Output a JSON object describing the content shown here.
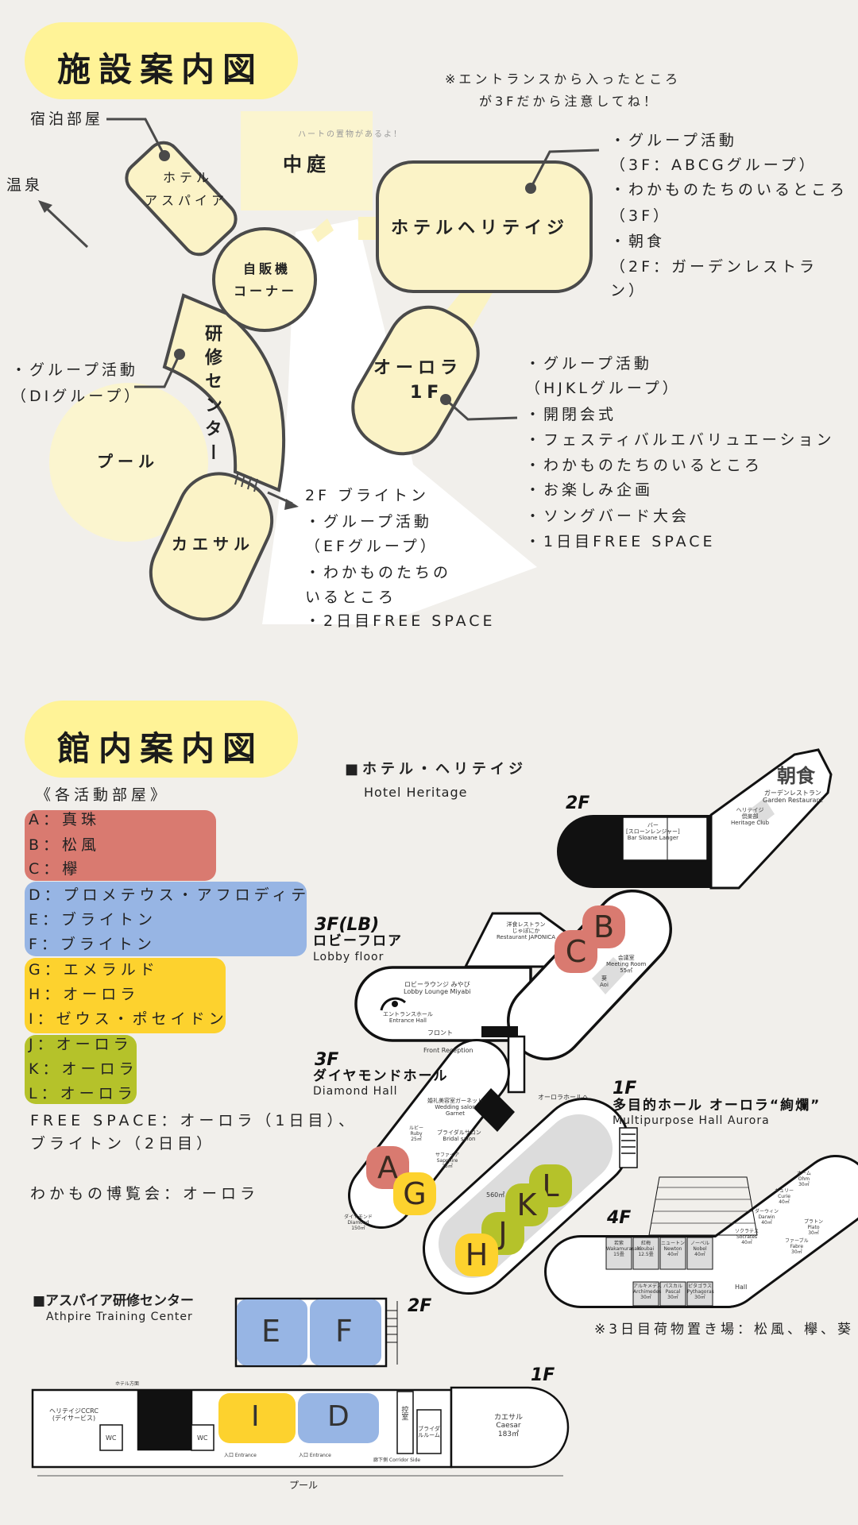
{
  "facility_map": {
    "title": "施設案内図",
    "entrance_note": [
      "※エントランスから入ったところ",
      "が3Fだから注意してね！"
    ],
    "heart_note": "ハートの置物があるよ！",
    "lodging_label": "宿泊部屋",
    "onsen_label": "温泉",
    "hotel_aspire": [
      "ホテル",
      "アスパイア"
    ],
    "courtyard": "中庭",
    "hotel_heritage": "ホテルヘリテイジ",
    "vending": [
      "自販機",
      "コーナー"
    ],
    "training_center": "研修センター",
    "pool": "プール",
    "caesar": "カエサル",
    "aurora": [
      "オーロラ",
      "1F"
    ],
    "heritage_notes": [
      "・グループ活動",
      "（3F：ABCGグループ）",
      "・わかものたちのいるところ",
      "（3F）",
      "・朝食",
      "（2F：ガーデンレストラ",
      "ン）"
    ],
    "training_notes": [
      "・グループ活動",
      "（DIグループ）"
    ],
    "aurora_notes": [
      "・グループ活動",
      "（HJKLグループ）",
      "・開閉会式",
      "・フェスティバルエバリュエーション",
      "・わかものたちのいるところ",
      "・お楽しみ企画",
      "・ソングバード大会",
      "・1日目FREE SPACE"
    ],
    "brighton_notes": [
      "2F ブライトン",
      "・グループ活動",
      "（EFグループ）",
      "・わかものたちの",
      "いるところ",
      "・2日目FREE SPACE"
    ]
  },
  "building_map": {
    "title": "館内案内図",
    "rooms_heading": "《各活動部屋》",
    "groups": [
      {
        "color": "#d97a70",
        "rooms": [
          "A：真珠",
          "B：松風",
          "C：欅"
        ]
      },
      {
        "color": "#97b5e4",
        "rooms": [
          "D：プロメテウス・アフロディテ",
          "E：ブライトン",
          "F：ブライトン"
        ]
      },
      {
        "color": "#fdd22e",
        "rooms": [
          "G：エメラルド",
          "H：オーロラ",
          "I：ゼウス・ポセイドン"
        ]
      },
      {
        "color": "#b5c22a",
        "rooms": [
          "J：オーロラ",
          "K：オーロラ",
          "L：オーロラ"
        ]
      }
    ],
    "free_space": [
      "FREE SPACE：オーロラ（1日目）、",
      "ブライトン（2日目）"
    ],
    "expo": "わかもの博覧会：オーロラ",
    "storage_note": "※3日目荷物置き場：松風、欅、葵",
    "heritage": {
      "title": "■ホテル・ヘリテイジ",
      "title_en": "Hotel Heritage",
      "floor_2f": "2F",
      "breakfast": "朝食",
      "garden_restaurant": [
        "ガーデンレストラン",
        "Garden Restaurant"
      ],
      "bar": [
        "バー",
        "[スローンレンジャー]",
        "Bar Sloane Langer"
      ],
      "heritage_club": [
        "ヘリテイジ",
        "倶楽部",
        "Heritage Club"
      ],
      "floor_3f_lb": "3F(LB)",
      "lobby_jp": "ロビーフロア",
      "lobby_en": "Lobby floor",
      "lobby_lounge": [
        "ロビーラウンジ みやび",
        "Lobby Lounge Miyabi"
      ],
      "entrance_hall": [
        "エントランスホール",
        "Entrance Hall"
      ],
      "restaurant": [
        "洋食レストラン",
        "じゃぽにか",
        "Restaurant JAPONICA"
      ],
      "meeting_room": [
        "会議室",
        "Meeting Room",
        "55㎡"
      ],
      "aoi": [
        "葵",
        "Aoi"
      ],
      "front": "フロント",
      "front_reception": "Front Reception",
      "floor_3f": "3F",
      "diamond_jp": "ダイヤモンドホール",
      "diamond_en": "Diamond Hall",
      "diamond_room": [
        "ダイヤモンド",
        "Diamond",
        "150㎡"
      ],
      "wedding_salon": [
        "婚礼美容室ガーネット",
        "Wedding salon",
        "Garnet"
      ],
      "bridal_salon": [
        "ブライダルサロン",
        "Bridal salon"
      ],
      "ruby": [
        "ルビー",
        "Ruby",
        "25㎡"
      ],
      "sapphire": [
        "サファイア",
        "Sapphire",
        "25㎡"
      ],
      "to_aurora": "オーロラホールへ",
      "floor_1f": "1F",
      "aurora_jp": "多目的ホール オーロラ“絢爛”",
      "aurora_en": "Multipurpose Hall Aurora",
      "aurora_area": "560㎡",
      "floor_4f": "4F",
      "rooms_4f_top": [
        [
          "若紫",
          "Wakamurasaki",
          "15畳"
        ],
        [
          "紅梅",
          "Koubai",
          "12.5畳"
        ],
        [
          "ニュートン",
          "Newton",
          "40㎡"
        ],
        [
          "ノーベル",
          "Nobel",
          "40㎡"
        ]
      ],
      "rooms_4f_bottom": [
        [
          "アルキメデス",
          "Archimedes",
          "30㎡"
        ],
        [
          "パスカル",
          "Pascal",
          "30㎡"
        ],
        [
          "ピタゴラス",
          "Pythagoras",
          "30㎡"
        ]
      ],
      "rooms_4f_arm": [
        [
          "ソクラテス",
          "Socrates",
          "40㎡"
        ],
        [
          "ダーウィン",
          "Darwin",
          "40㎡"
        ],
        [
          "キュリー",
          "Curie",
          "40㎡"
        ],
        [
          "オーム",
          "Ohm",
          "30㎡"
        ],
        [
          "プラトン",
          "Plato",
          "30㎡"
        ],
        [
          "ファーブル",
          "Fabre",
          "30㎡"
        ]
      ],
      "hall": "Hall"
    },
    "aspire": {
      "title": "■アスパイア研修センター",
      "title_en": "Athpire Training Center",
      "floor_2f": "2F",
      "floor_1f": "1F",
      "ccrc": [
        "ヘリテイジCCRC",
        "(デイサービス)"
      ],
      "wc": "WC",
      "hotel_direction": "ホテル方面",
      "entrance": "入口 Entrance",
      "corridor": "廊下側 Corridor Side",
      "waiting": "控室",
      "bridal_room": "ブライダルルーム",
      "caesar": [
        "カエサル",
        "Caesar",
        "183㎡"
      ],
      "pool": "プール"
    },
    "letters": {
      "A": "A",
      "B": "B",
      "C": "C",
      "D": "D",
      "E": "E",
      "F": "F",
      "G": "G",
      "H": "H",
      "I": "I",
      "J": "J",
      "K": "K",
      "L": "L"
    }
  }
}
